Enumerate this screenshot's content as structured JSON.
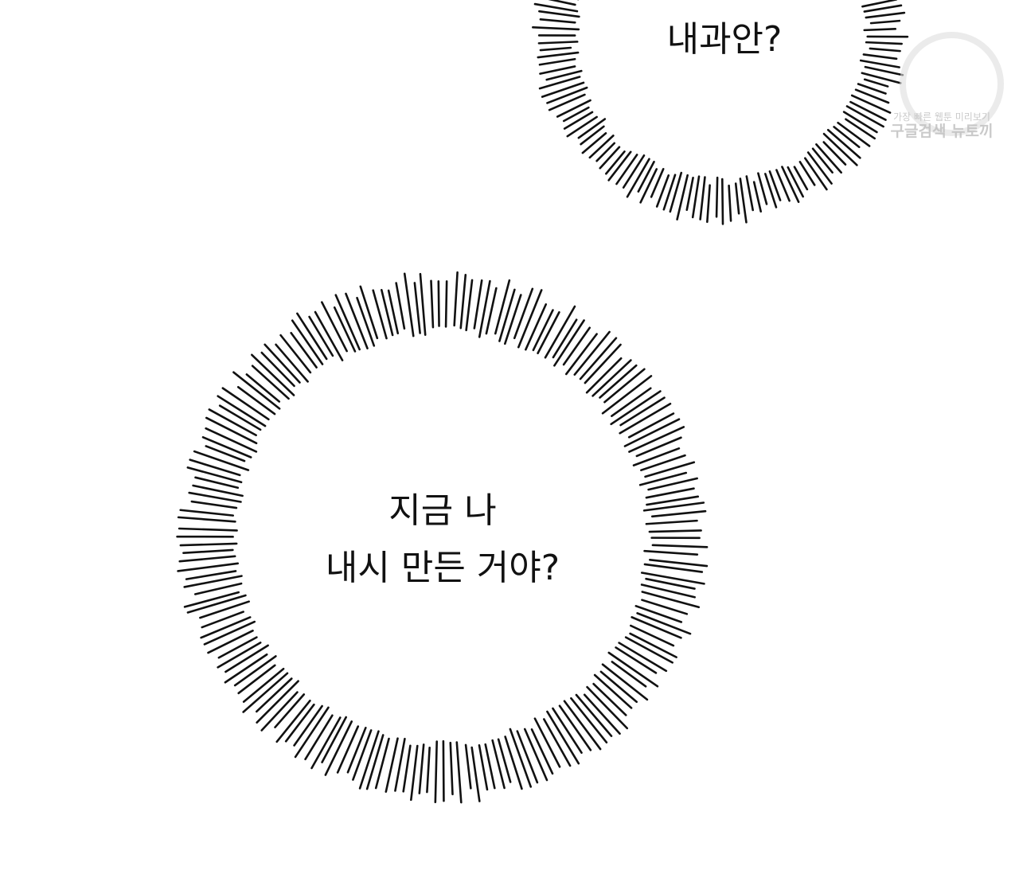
{
  "bubbles": [
    {
      "id": "top",
      "lines": [
        "내과안?"
      ]
    },
    {
      "id": "bottom",
      "lines": [
        "지금 나",
        "내시 만든 거야?"
      ]
    }
  ],
  "watermark": {
    "line1": "가장 빠른 웹툰 미리보기",
    "line2": "구글검색 뉴토끼"
  },
  "colors": {
    "ink": "#111111",
    "background": "#ffffff",
    "watermark": "#bdbdbd"
  }
}
